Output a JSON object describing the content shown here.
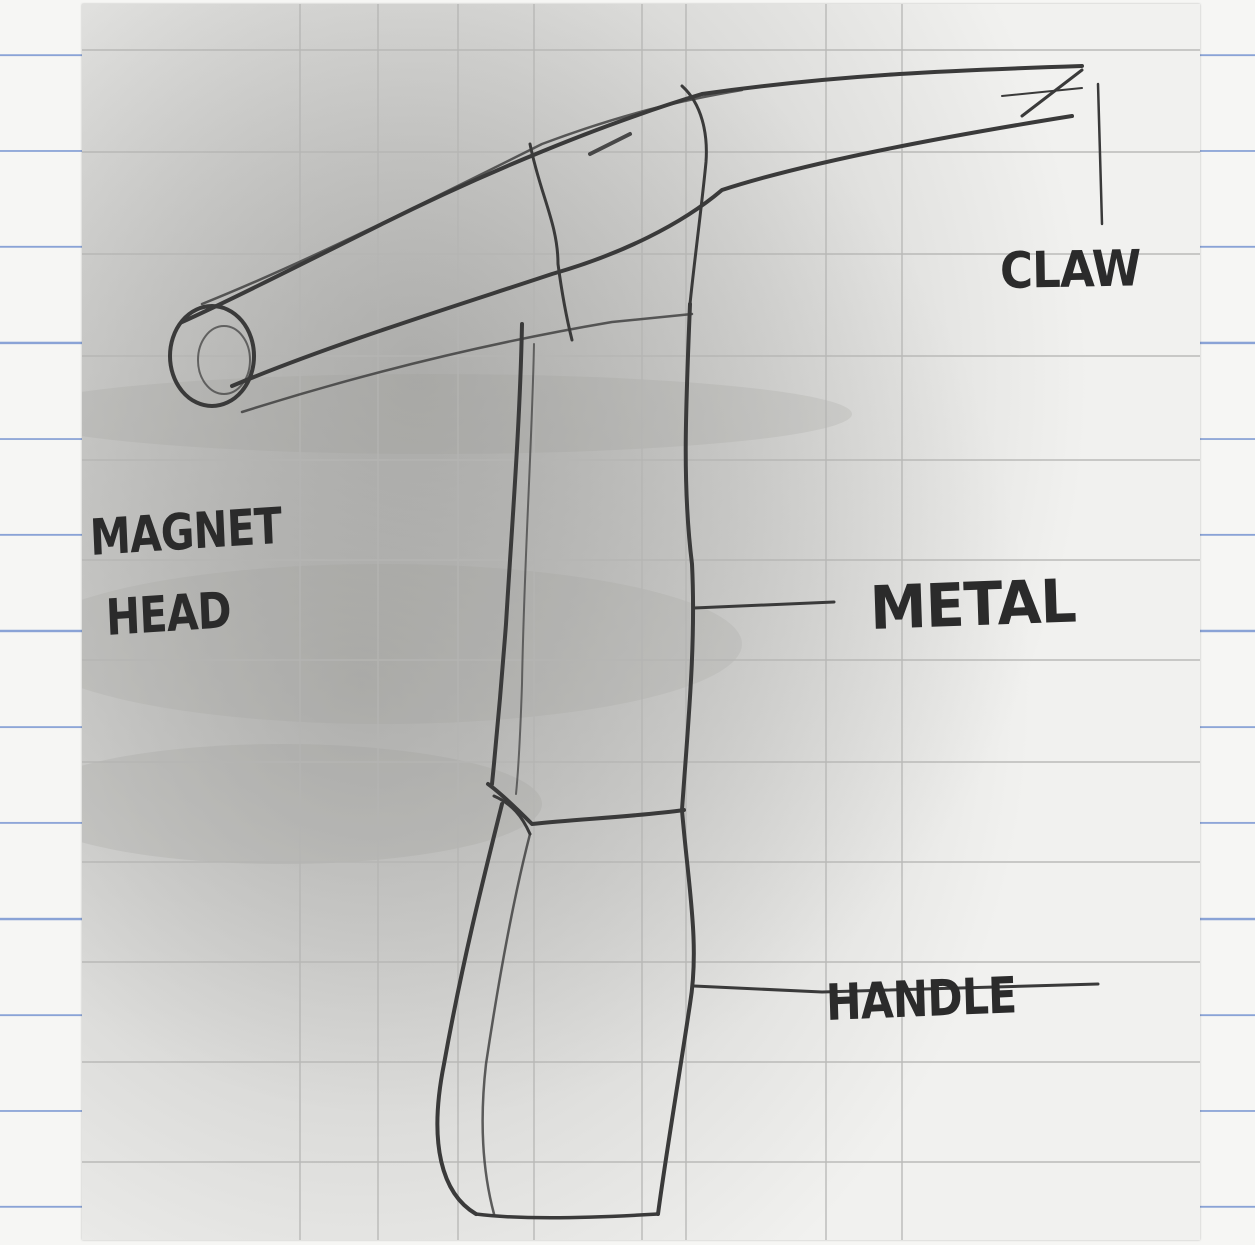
{
  "diagram": {
    "labels": {
      "claw": "CLAW",
      "metal": "METAL",
      "magnet_head_line1": "MAGNET",
      "magnet_head_line2": "HEAD",
      "handle": "HANDLE"
    }
  },
  "colors": {
    "paper": "#f6f6f4",
    "notebook_rule": "#8aa3d6",
    "copy_sheet": "#f1f1ef",
    "pencil": "#3a3a3a",
    "grid_line": "#b5b5b3",
    "toner_shadow": "#9a9a98"
  }
}
